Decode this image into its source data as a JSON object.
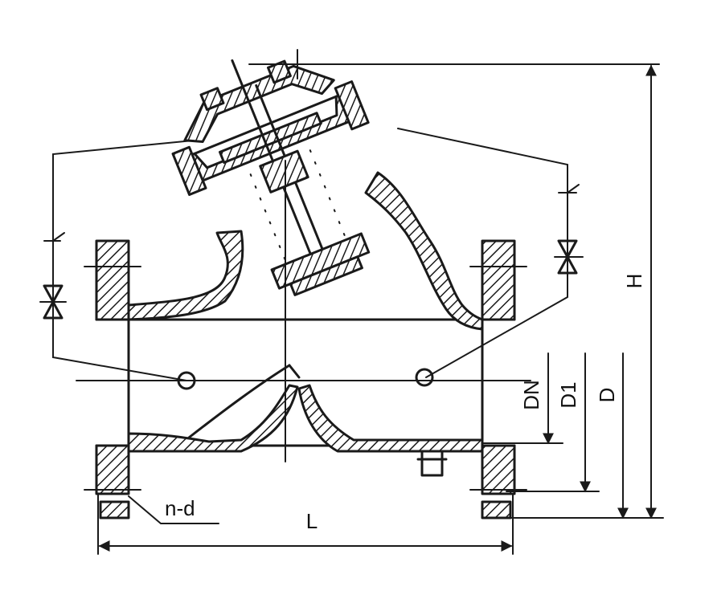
{
  "labels": {
    "height": "H",
    "nominal_diameter": "DN",
    "bolt_circle_diameter": "D1",
    "flange_diameter": "D",
    "bolt_holes": "n-d",
    "length": "L"
  }
}
